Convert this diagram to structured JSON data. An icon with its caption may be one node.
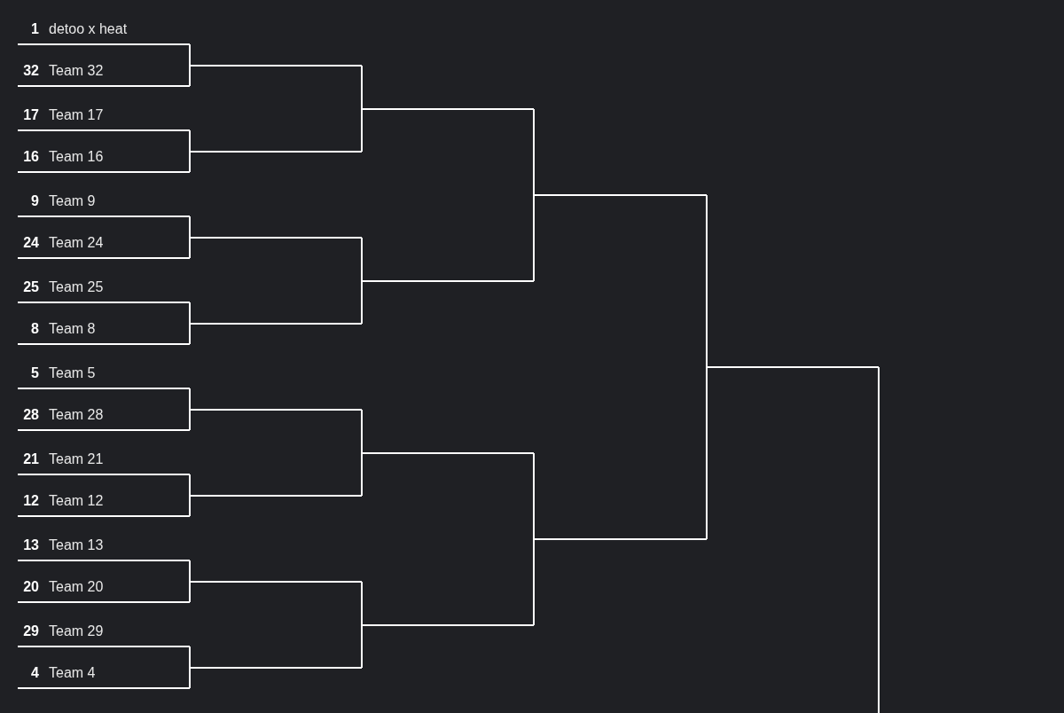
{
  "diagram": {
    "nodes": [
      {
        "text": [
          "1",
          "detoo x heat"
        ]
      },
      {
        "text": [
          "32",
          "Team 32"
        ]
      },
      {
        "text": [
          "17",
          "Team 17"
        ]
      },
      {
        "text": [
          "16",
          "Team 16"
        ]
      },
      {
        "text": [
          "9",
          "Team 9"
        ]
      },
      {
        "text": [
          "24",
          "Team 24"
        ]
      },
      {
        "text": [
          "25",
          "Team 25"
        ]
      },
      {
        "text": [
          "8",
          "Team 8"
        ]
      },
      {
        "text": [
          "5",
          "Team 5"
        ]
      },
      {
        "text": [
          "28",
          "Team 28"
        ]
      },
      {
        "text": [
          "21",
          "Team 21"
        ]
      },
      {
        "text": [
          "12",
          "Team 12"
        ]
      },
      {
        "text": [
          "13",
          "Team 13"
        ]
      },
      {
        "text": [
          "20",
          "Team 20"
        ]
      },
      {
        "text": [
          "29",
          "Team 29"
        ]
      },
      {
        "text": [
          "4",
          "Team 4"
        ]
      },
      {
        "text": [],
        "shape": "bar"
      },
      {
        "text": [],
        "shape": "bar"
      },
      {
        "text": [],
        "shape": "bar"
      },
      {
        "text": [],
        "shape": "bar"
      },
      {
        "text": [],
        "shape": "bar"
      },
      {
        "text": [],
        "shape": "bar"
      },
      {
        "text": [],
        "shape": "bar"
      },
      {
        "text": [],
        "shape": "bar"
      },
      {
        "text": [],
        "shape": "bar"
      },
      {
        "text": [],
        "shape": "bar"
      },
      {
        "text": [],
        "shape": "bar"
      },
      {
        "text": [],
        "shape": "bar"
      },
      {
        "text": [],
        "shape": "bar"
      },
      {
        "text": [],
        "shape": "bar"
      },
      {
        "text": [],
        "shape": "bar"
      }
    ],
    "edges": [
      {
        "from": 0,
        "to": 16,
        "arrow": "none"
      },
      {
        "from": 1,
        "to": 16,
        "arrow": "none"
      },
      {
        "from": 2,
        "to": 17,
        "arrow": "none"
      },
      {
        "from": 3,
        "to": 17,
        "arrow": "none"
      },
      {
        "from": 4,
        "to": 18,
        "arrow": "none"
      },
      {
        "from": 5,
        "to": 18,
        "arrow": "none"
      },
      {
        "from": 6,
        "to": 19,
        "arrow": "none"
      },
      {
        "from": 7,
        "to": 19,
        "arrow": "none"
      },
      {
        "from": 8,
        "to": 20,
        "arrow": "none"
      },
      {
        "from": 9,
        "to": 20,
        "arrow": "none"
      },
      {
        "from": 10,
        "to": 21,
        "arrow": "none"
      },
      {
        "from": 11,
        "to": 21,
        "arrow": "none"
      },
      {
        "from": 12,
        "to": 22,
        "arrow": "none"
      },
      {
        "from": 13,
        "to": 22,
        "arrow": "none"
      },
      {
        "from": 14,
        "to": 23,
        "arrow": "none"
      },
      {
        "from": 15,
        "to": 23,
        "arrow": "none"
      },
      {
        "from": 16,
        "to": 24,
        "arrow": "none"
      },
      {
        "from": 17,
        "to": 24,
        "arrow": "none"
      },
      {
        "from": 18,
        "to": 25,
        "arrow": "none"
      },
      {
        "from": 19,
        "to": 25,
        "arrow": "none"
      },
      {
        "from": 20,
        "to": 26,
        "arrow": "none"
      },
      {
        "from": 21,
        "to": 26,
        "arrow": "none"
      },
      {
        "from": 22,
        "to": 27,
        "arrow": "none"
      },
      {
        "from": 23,
        "to": 27,
        "arrow": "none"
      },
      {
        "from": 24,
        "to": 28,
        "arrow": "none"
      },
      {
        "from": 25,
        "to": 28,
        "arrow": "none"
      },
      {
        "from": 26,
        "to": 29,
        "arrow": "none"
      },
      {
        "from": 27,
        "to": 29,
        "arrow": "none"
      },
      {
        "from": 28,
        "to": 30,
        "arrow": "none"
      },
      {
        "from": 29,
        "to": 30,
        "arrow": "none"
      },
      {
        "from": 30,
        "to": null,
        "arrow": "none"
      }
    ]
  }
}
